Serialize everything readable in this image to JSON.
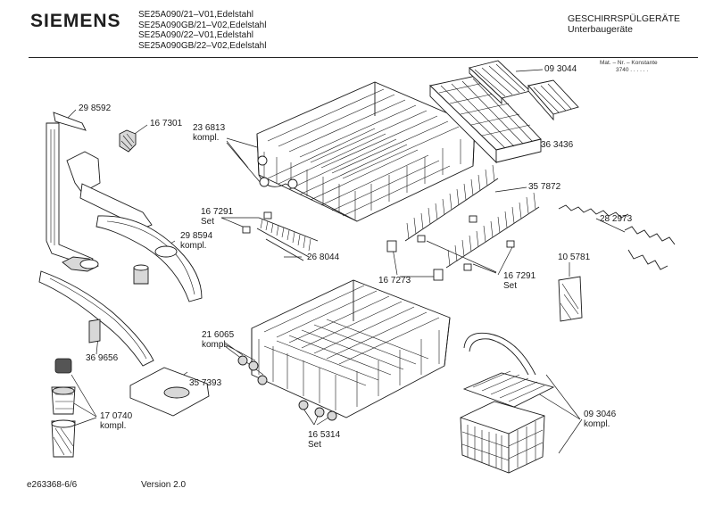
{
  "header": {
    "brand": "SIEMENS",
    "models": [
      "SE25A090/21–V01,Edelstahl",
      "SE25A090GB/21–V02,Edelstahl",
      "SE25A090/22–V01,Edelstahl",
      "SE25A090GB/22–V02,Edelstahl"
    ],
    "category_line1": "GESCHIRRSPÜLGERÄTE",
    "category_line2": "Unterbaugeräte",
    "mat_line1": "Mat. – Nr. – Konstante",
    "mat_line2": "3740  .  .  .  .  .  ."
  },
  "labels": {
    "p298592": "29 8592",
    "p167301": "16 7301",
    "p236813": "23 6813",
    "p236813_sub": "kompl.",
    "p093044": "09 3044",
    "p363436": "36 3436",
    "p357872": "35 7872",
    "p167291a": "16 7291",
    "p167291a_sub": "Set",
    "p298594": "29 8594",
    "p298594_sub": "kompl.",
    "p268044": "26 8044",
    "p282973": "28 2973",
    "p167273": "16 7273",
    "p167291b": "16 7291",
    "p167291b_sub": "Set",
    "p105781": "10 5781",
    "p216065": "21 6065",
    "p216065_sub": "kompl.",
    "p369656": "36 9656",
    "p357393": "35 7393",
    "p170740": "17 0740",
    "p170740_sub": "kompl.",
    "p165314": "16 5314",
    "p165314_sub": "Set",
    "p093046": "09 3046",
    "p093046_sub": "kompl."
  },
  "footer": {
    "doc_id": "e263368-6/6",
    "version": "Version 2.0"
  }
}
